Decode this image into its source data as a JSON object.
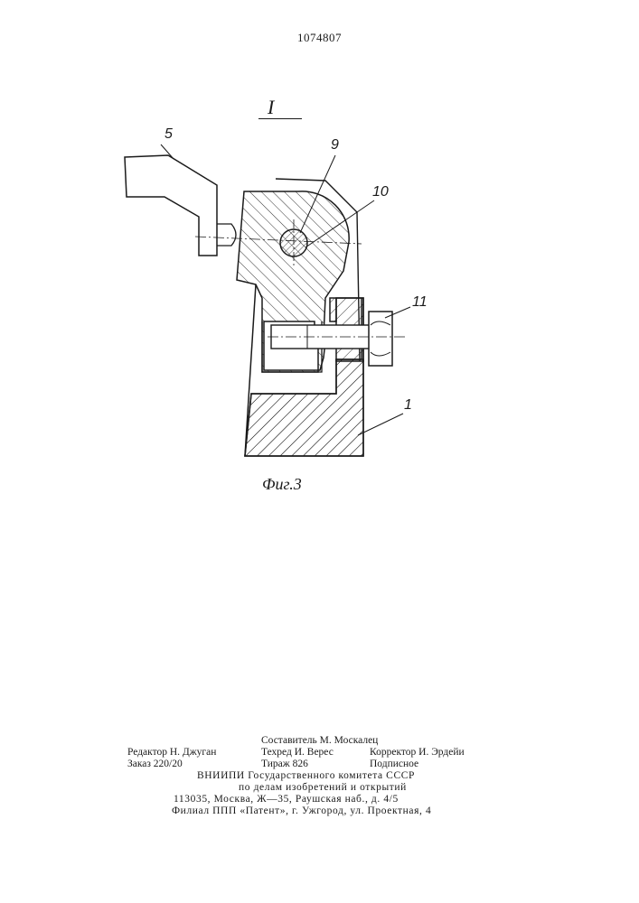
{
  "patent_number": "1074807",
  "view_label": "I",
  "callouts": {
    "c5": "5",
    "c9": "9",
    "c10": "10",
    "c11": "11",
    "c1": "1"
  },
  "figure_caption": "Фиг.3",
  "footer": {
    "compiler": "Составитель М. Москалец",
    "editor": "Редактор Н. Джуган",
    "techred": "Техред И. Верес",
    "corrector": "Корректор И. Эрдейи",
    "order": "Заказ 220/20",
    "circulation": "Тираж 826",
    "subscription": "Подписное",
    "org": "ВНИИПИ Государственного комитета СССР",
    "org_sub": "по делам изобретений и открытий",
    "address": "113035, Москва, Ж—35, Раушская наб., д. 4/5",
    "branch": "Филиал ППП «Патент», г. Ужгород, ул. Проектная, 4"
  }
}
